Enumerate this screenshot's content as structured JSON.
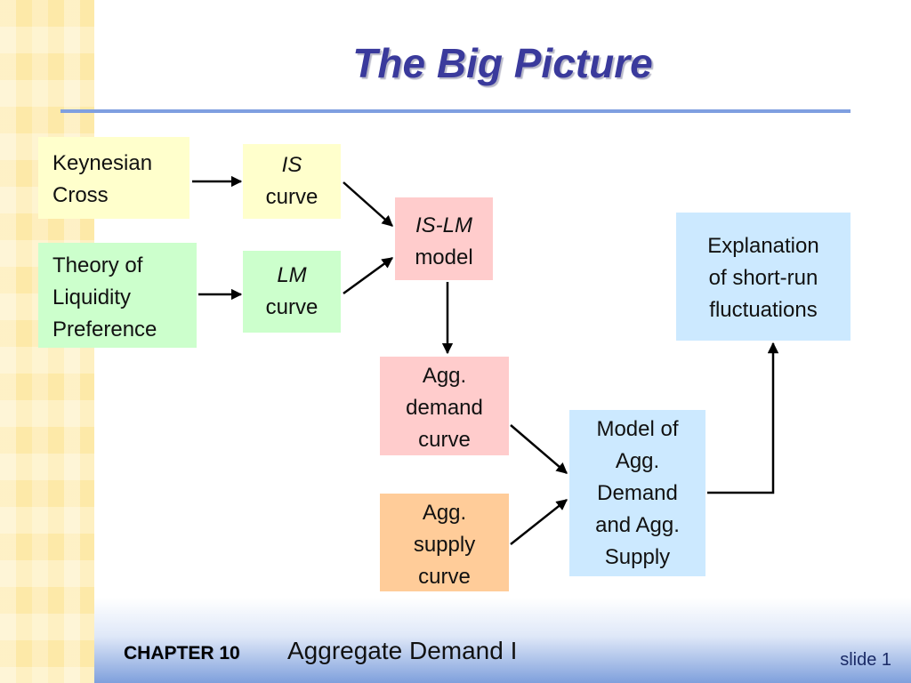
{
  "slide": {
    "title": "The Big Picture",
    "footer": {
      "chapter": "CHAPTER 10",
      "chapter_title": "Aggregate Demand I",
      "slide_number": "slide 1"
    }
  },
  "diagram": {
    "nodes": {
      "keynesian_cross": {
        "lines": [
          "Keynesian",
          "Cross"
        ],
        "color": "#ffffcc"
      },
      "liquidity": {
        "lines": [
          "Theory of",
          "Liquidity",
          "Preference"
        ],
        "color": "#ccffcc"
      },
      "is_curve": {
        "lines": [
          "IS",
          "curve"
        ],
        "color": "#ffffcc"
      },
      "lm_curve": {
        "lines": [
          "LM",
          "curve"
        ],
        "color": "#ccffcc"
      },
      "islm_model": {
        "lines": [
          "IS-LM",
          "model"
        ],
        "color": "#ffcccc"
      },
      "agg_demand": {
        "lines": [
          "Agg.",
          "demand",
          "curve"
        ],
        "color": "#ffcccc"
      },
      "agg_supply": {
        "lines": [
          "Agg.",
          "supply",
          "curve"
        ],
        "color": "#ffcc99"
      },
      "ad_as_model": {
        "lines": [
          "Model of",
          "Agg.",
          "Demand",
          "and Agg.",
          "Supply"
        ],
        "color": "#cce9ff"
      },
      "explanation": {
        "lines": [
          "Explanation",
          "of short-run",
          "fluctuations"
        ],
        "color": "#cce9ff"
      }
    },
    "edges": [
      {
        "from": "keynesian_cross",
        "to": "is_curve"
      },
      {
        "from": "liquidity",
        "to": "lm_curve"
      },
      {
        "from": "is_curve",
        "to": "islm_model"
      },
      {
        "from": "lm_curve",
        "to": "islm_model"
      },
      {
        "from": "islm_model",
        "to": "agg_demand"
      },
      {
        "from": "agg_demand",
        "to": "ad_as_model"
      },
      {
        "from": "agg_supply",
        "to": "ad_as_model"
      },
      {
        "from": "ad_as_model",
        "to": "explanation"
      }
    ]
  }
}
